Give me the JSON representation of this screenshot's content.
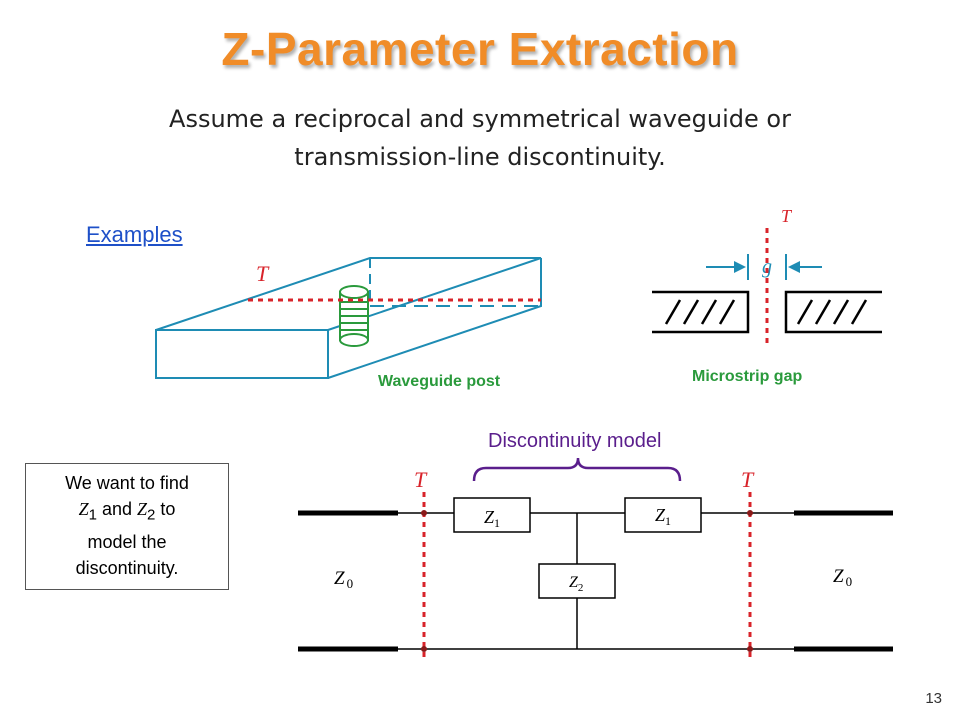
{
  "slide": {
    "title": "Z-Parameter Extraction",
    "subtitle_line1": "Assume a reciprocal and symmetrical waveguide or",
    "subtitle_line2": "transmission-line discontinuity.",
    "examples_label": "Examples",
    "page_number": "13"
  },
  "waveguide_figure": {
    "plane_label": "T",
    "caption": "Waveguide post"
  },
  "microstrip_figure": {
    "plane_label": "T",
    "gap_label": "g",
    "caption": "Microstrip gap"
  },
  "note_box": {
    "text_pre": "We want to find",
    "z1": "Z",
    "z1_sub": "1",
    "and": "and",
    "z2": "Z",
    "z2_sub": "2",
    "to": "to",
    "line2": "model the",
    "line3": "discontinuity."
  },
  "circuit": {
    "model_label": "Discontinuity model",
    "plane_left": "T",
    "plane_right": "T",
    "z0_left": "Z",
    "z0_left_sub": "0",
    "z0_right": "Z",
    "z0_right_sub": "0",
    "z1_left": "Z",
    "z1_left_sub": "1",
    "z1_right": "Z",
    "z1_right_sub": "1",
    "z2": "Z",
    "z2_sub": "2"
  },
  "colors": {
    "title": "#f08c28",
    "blue_figure": "#1e8cb4",
    "red_plane": "#d8232a",
    "green_caption": "#2a9a3c",
    "purple_bracket": "#5a1e8c"
  }
}
